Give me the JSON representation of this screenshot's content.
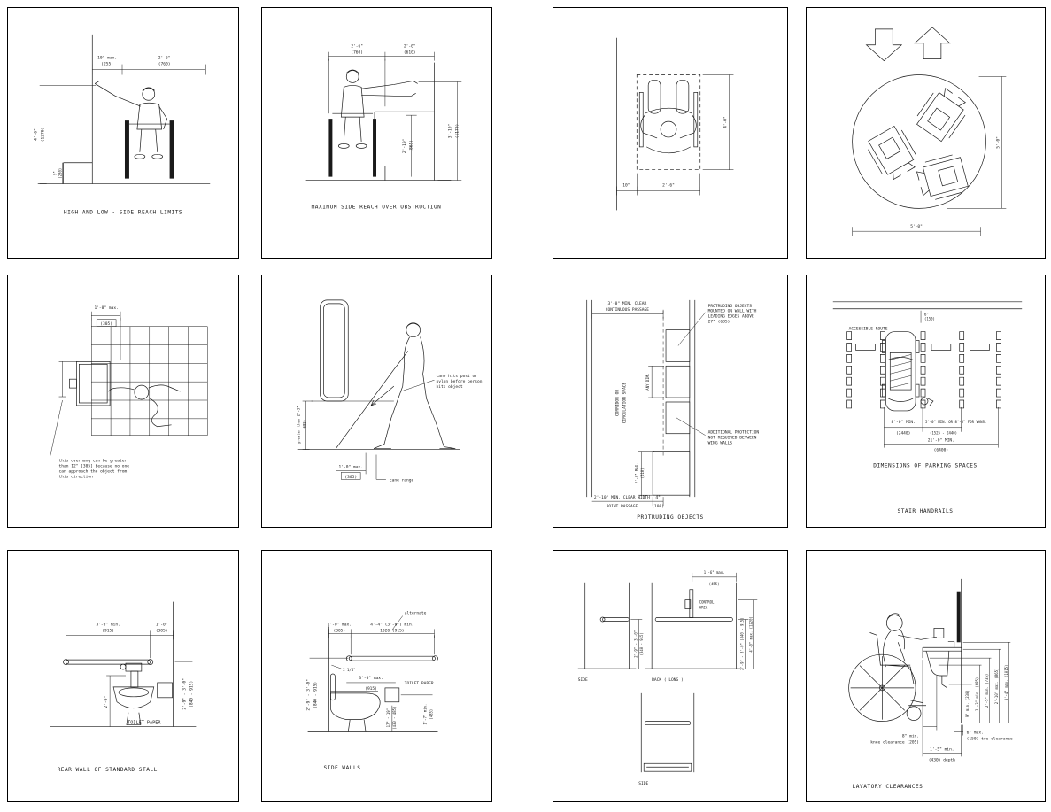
{
  "sheet": {
    "background": "#ffffff",
    "line_color": "#1a1a1a",
    "description_colors": {
      "panel_border": "#000000"
    }
  },
  "panels": [
    {
      "name": "high-low-side-reach",
      "caption": "HIGH AND LOW - SIDE REACH LIMITS",
      "dims": {
        "offset": "10\" max.",
        "offset_mm": "(255)",
        "width": "2'-6\"",
        "width_mm": "(760)",
        "high": "4'-6\"",
        "high_mm": "(1370)",
        "low": "9\"",
        "low_mm": "(230)"
      }
    },
    {
      "name": "max-side-reach-over-obstruction",
      "caption": "MAXIMUM SIDE REACH OVER OBSTRUCTION",
      "dims": {
        "chair": "2'-6\"",
        "chair_mm": "(760)",
        "obstruction": "2'-0\"",
        "obstruction_mm": "(610)",
        "counter": "2'-10\"",
        "counter_mm": "(865)",
        "reach": "3'-10\"",
        "reach_mm": "(1170)"
      }
    },
    {
      "name": "clear-floor-space",
      "dims": {
        "offset": "10\"",
        "width": "2'-6\"",
        "length": "4'-0\""
      }
    },
    {
      "name": "turning-space",
      "dims": {
        "width": "5'-0\"",
        "height": "5'-0\""
      }
    },
    {
      "name": "forward-reach-overhang",
      "dims": {
        "overhang": "1'-0\" max.",
        "overhang_mm": "(305)"
      },
      "note": [
        "this overhang can be greater",
        "than 12\" [305] because no one",
        "can approach the object from",
        "this direction"
      ]
    },
    {
      "name": "cane-detection",
      "note": [
        "cane hits post or",
        "pylon before person",
        "hits object"
      ],
      "dims": {
        "height": "greater than 2'-3\"",
        "height_mm": "(685)",
        "range": "1'-0\" max.",
        "range_mm": "(305)",
        "range_label": "cane range"
      }
    },
    {
      "name": "protruding-objects",
      "caption": "PROTRUDING OBJECTS",
      "dims": {
        "passage1": "3'-0\" MIN. CLEAR",
        "passage2": "CONTINUOUS PASSAGE",
        "corridor1": "CORRIDOR OR",
        "corridor2": "CIRCULATION SPACE",
        "any_dim": "ANY DIM.",
        "wing": "2'-0\" MAX.",
        "wing_mm": "(610)",
        "point1": "2'-10\" MIN. CLEAR WIDTH",
        "point2": "POINT PASSAGE",
        "protrusion": "4\"",
        "protrusion_mm": "(100)"
      },
      "notes": {
        "mounted": [
          "PROTRUDING OBJECTS",
          "MOUNTED ON WALL WITH",
          "LEADING EDGES ABOVE",
          "27\" (685)"
        ],
        "protection": [
          "ADDITIONAL PROTECTION",
          "NOT REQUIRED BETWEEN",
          "WING WALLS"
        ]
      }
    },
    {
      "name": "parking-spaces",
      "caption": "DIMENSIONS OF PARKING SPACES",
      "caption2": "STAIR HANDRAILS",
      "labels": {
        "route": "ACCESSIBLE ROUTE",
        "curb": "6\"",
        "curb_mm": "(150)"
      },
      "dims": {
        "space": "8'-0\" MIN.",
        "space_mm": "(2440)",
        "aisle": "5'-0\" MIN. OR 8'-0\" FOR VANS.",
        "aisle_mm": "(1525 - 2440)",
        "total": "21'-0\" MIN.",
        "total_mm": "(6400)"
      }
    },
    {
      "name": "rear-wall-standard-stall",
      "caption": "REAR WALL OF STANDARD STALL",
      "labels": {
        "tp": "TOILET PAPER"
      },
      "dims": {
        "bar": "3'-0\" min.",
        "bar_mm": "(915)",
        "offset": "1'-0\"",
        "offset_mm": "(305)",
        "height": "2'-9\" - 3'-0\"",
        "height_mm": "(840 - 915)",
        "valve": "2'-0\""
      }
    },
    {
      "name": "side-walls",
      "caption": "SIDE WALLS",
      "labels": {
        "alternate": "alternate",
        "tp": "TOILET PAPER"
      },
      "dims": {
        "offset": "1'-0\" max.",
        "offset_mm": "(305)",
        "bar": "4'-4\" (3'-0\") min.",
        "bar_mm": "1320 (915)",
        "height": "2'-9\" - 3'-0\"",
        "height_mm": "(840 - 915)",
        "gap": "2 1/4\"",
        "tp_dist": "3'-0\" max.",
        "tp_dist_mm": "(915)",
        "seat": "17\" - 19\"",
        "seat_mm": "(430 - 485)",
        "tp_height": "1'-7\" min.",
        "tp_height_mm": "(485)"
      }
    },
    {
      "name": "shower-grab-bars",
      "labels": {
        "side1": "SIDE",
        "back": "BACK ( LONG )",
        "side2": "SIDE",
        "control1": "CONTROL",
        "control2": "AREA"
      },
      "dims": {
        "control_w": "1'-6\" max.",
        "control_w_mm": "(455)",
        "bar_h": "2'-9\" - 3'-0\"",
        "bar_h_mm": "(840 - 915)",
        "bar_h2": "2'-9\" - 3'-0\" (840 - 915)",
        "back_h": "4'-0\" max. (1220)"
      }
    },
    {
      "name": "lavatory-clearances",
      "caption": "LAVATORY CLEARANCES",
      "dims": {
        "knee_d": "8\" min.",
        "knee_d2": "knee clearance (205)",
        "toe": "6\" max.",
        "toe2": "(150) toe clearance",
        "depth": "1'-5\" min.",
        "depth2": "(430) depth",
        "toe_h": "9\" min. (230)",
        "knee_h": "2'-3\" min. (685)",
        "apron": "2'-5\" min. (735)",
        "rim": "2'-10\" max. (865)",
        "mirror": "3'-4\" max. (1015)"
      }
    }
  ]
}
